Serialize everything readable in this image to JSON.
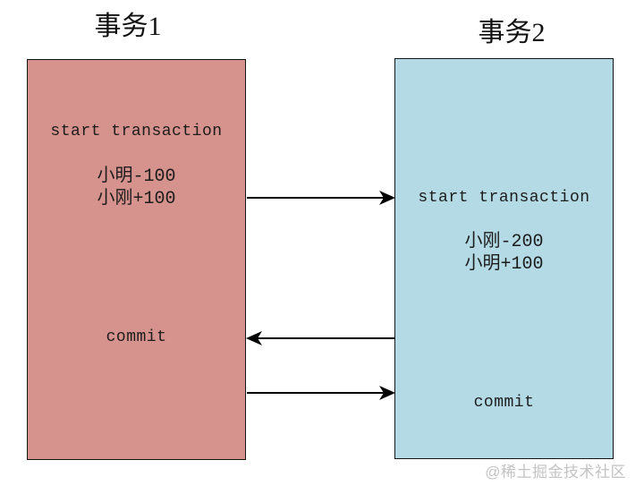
{
  "diagram": {
    "title": "concurrent-transactions-timeline",
    "transaction1": {
      "title": "事务1",
      "start_label": "start transaction",
      "op1": "小明-100",
      "op2": "小刚+100",
      "commit_label": "commit"
    },
    "transaction2": {
      "title": "事务2",
      "start_label": "start transaction",
      "op1": "小刚-200",
      "op2": "小明+100",
      "commit_label": "commit"
    },
    "arrows": [
      {
        "from": "transaction1",
        "to": "transaction2",
        "direction": "right"
      },
      {
        "from": "transaction2",
        "to": "transaction1",
        "direction": "left"
      },
      {
        "from": "transaction1",
        "to": "transaction2",
        "direction": "right"
      }
    ],
    "colors": {
      "transaction1_fill": "#d6928d",
      "transaction2_fill": "#b4dbe5",
      "border": "#141414",
      "arrow": "#000000",
      "watermark_text": "#c3c3c3"
    },
    "watermark": "@稀土掘金技术社区"
  }
}
